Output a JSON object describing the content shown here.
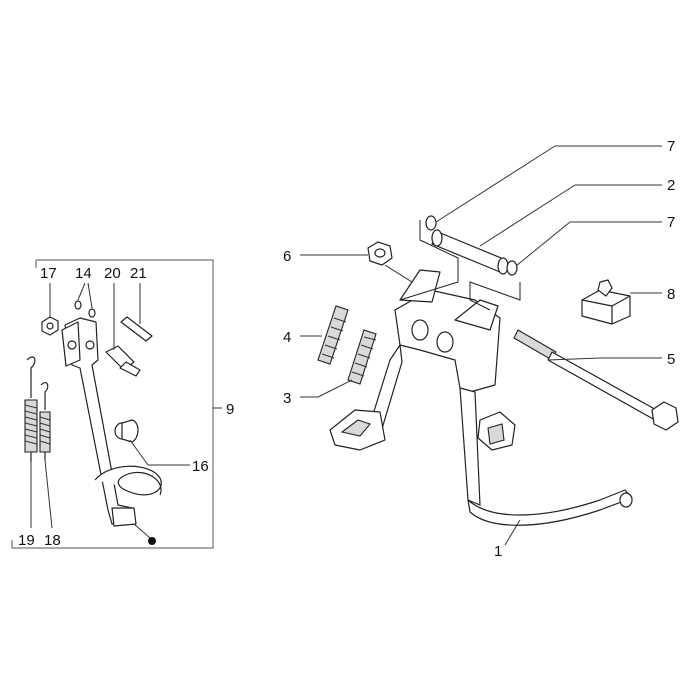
{
  "labels": {
    "p1": "1",
    "p2": "2",
    "p3": "3",
    "p4": "4",
    "p5": "5",
    "p6": "6",
    "p7a": "7",
    "p7b": "7",
    "p8": "8",
    "p9": "9",
    "p14": "14",
    "p16": "16",
    "p17": "17",
    "p18": "18",
    "p19": "19",
    "p20": "20",
    "p21": "21"
  },
  "colors": {
    "line": "#222222",
    "fill": "#ffffff",
    "shade": "#d9d9d9",
    "background": "#ffffff"
  }
}
